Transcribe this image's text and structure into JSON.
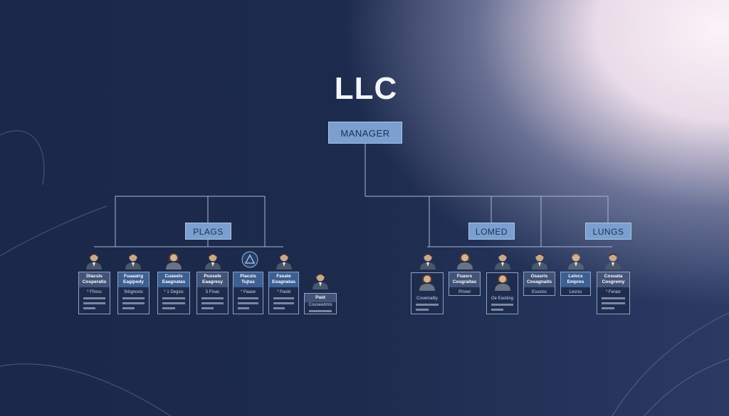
{
  "title": "LLC",
  "manager": "MANAGER",
  "sections": [
    {
      "label": "PLAGS"
    },
    {
      "label": "LOMED"
    },
    {
      "label": "LUNGS"
    }
  ],
  "cards": [
    {
      "title": "Dlacsls Cosperatis",
      "sub": "* Ffress"
    },
    {
      "title": "Fuaaairg Eagipedy",
      "sub": "Srbgnceis"
    },
    {
      "title": "Cuasels Eaagnatas",
      "sub": "* 1 Degsis"
    },
    {
      "title": "Pussele Eaagresy",
      "sub": "5 Fisas"
    },
    {
      "title": "Piacsls Tujtas",
      "sub": "* Paase"
    },
    {
      "title": "Fasate Eoagnatas",
      "sub": "* Pasld"
    },
    {
      "title": "Paid",
      "sub": "Couseedmis"
    },
    {
      "title": "",
      "sub": "Covemality"
    },
    {
      "title": "Fuasrs Cosgraitas",
      "sub": "Pinnel"
    },
    {
      "title": "",
      "sub": "Oe Eastiing"
    },
    {
      "title": "Osasris Cosagnaits",
      "sub": "Essoiss"
    },
    {
      "title": "Leivcs Empres",
      "sub": "Lesrss"
    },
    {
      "title": "Cosuata Cosgremy",
      "sub": "* Ferasr"
    }
  ]
}
